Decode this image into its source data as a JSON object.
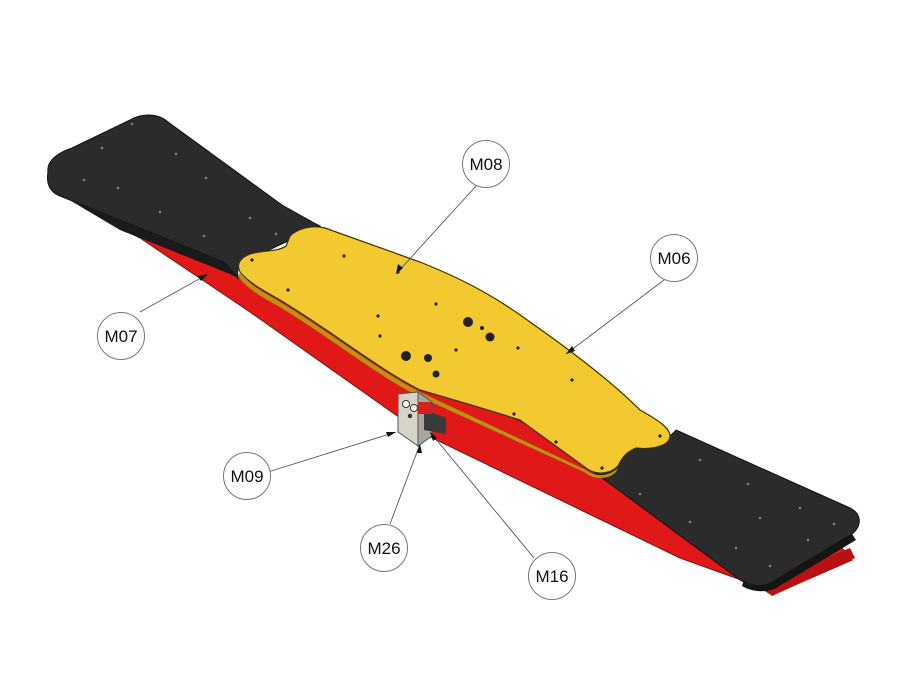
{
  "diagram": {
    "callouts": [
      {
        "id": "m08",
        "label": "M08"
      },
      {
        "id": "m06",
        "label": "M06"
      },
      {
        "id": "m07",
        "label": "M07"
      },
      {
        "id": "m09",
        "label": "M09"
      },
      {
        "id": "m26",
        "label": "M26"
      },
      {
        "id": "m16",
        "label": "M16"
      }
    ]
  },
  "colors": {
    "background": "#ffffff",
    "black_seat": "#2b2b2b",
    "yellow_plate": "#f2c930",
    "red_underside": "#e01818",
    "grey_bracket": "#c9c6bb",
    "leader_line": "#555555"
  }
}
